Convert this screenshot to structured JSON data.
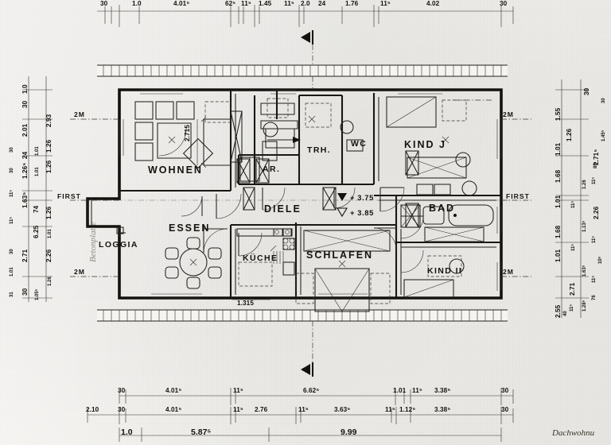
{
  "sheet": {
    "kind": "architectural-floor-plan",
    "paper_color": "#f6f5f3",
    "ink_color": "#14120e",
    "handwritten_note": "Dachwohnu",
    "handwritten_note_full_guess": "Dachwohnung"
  },
  "rooms": [
    {
      "id": "wohnen",
      "label": "WOHNEN",
      "meaning": "living room"
    },
    {
      "id": "essen",
      "label": "ESSEN",
      "meaning": "dining room"
    },
    {
      "id": "loggia",
      "label": "LOGGIA",
      "meaning": "loggia / balcony"
    },
    {
      "id": "kueche",
      "label": "KÜCHE",
      "meaning": "kitchen"
    },
    {
      "id": "diele",
      "label": "DIELE",
      "meaning": "hallway"
    },
    {
      "id": "trh",
      "label": "TRH.",
      "meaning": "stairwell"
    },
    {
      "id": "ar",
      "label": "AR.",
      "meaning": "storage"
    },
    {
      "id": "wc",
      "label": "WC",
      "meaning": "toilet"
    },
    {
      "id": "kind1",
      "label": "KIND J",
      "meaning": "child room 1"
    },
    {
      "id": "bad",
      "label": "BAD",
      "meaning": "bathroom"
    },
    {
      "id": "kind2",
      "label": "KIND II",
      "meaning": "child room 2"
    },
    {
      "id": "schlafen",
      "label": "SCHLAFEN",
      "meaning": "bedroom"
    }
  ],
  "elevations": [
    {
      "marker": "filled",
      "value": "+ 3.75"
    },
    {
      "marker": "hollow",
      "value": "+ 3.85"
    }
  ],
  "markers": {
    "ridge_left": "FIRST",
    "ridge_right": "FIRST",
    "two_m_top_left": "2M",
    "two_m_bottom_left": "2M",
    "two_m_top_right": "2M",
    "two_m_bottom_right": "2M"
  },
  "interior_dims": {
    "wohnen_depth": "2.715",
    "kueche_width": "1.315"
  },
  "dimension_chains": {
    "top": {
      "row1": [
        "30",
        "1.0",
        "4.01⁵",
        "62⁵",
        "11⁵",
        "1.45",
        "11⁵",
        "2.0",
        "24",
        "1.76",
        "11⁵",
        "4.02",
        "30"
      ]
    },
    "bottom": {
      "row1": [
        "30",
        "4.01⁵",
        "11⁵",
        "6.62⁵",
        "1.01",
        "11⁵",
        "3.38⁵",
        "30"
      ],
      "row2": [
        "2.10",
        "30",
        "4.01⁵",
        "11⁵",
        "2.76",
        "11⁵",
        "3.63⁵",
        "11⁵",
        "1.12⁵",
        "3.38⁵",
        "30"
      ],
      "row3": [
        "1.0",
        "5.87⁵",
        "9.99"
      ]
    },
    "left": {
      "row1": [
        "30",
        "2.71",
        "1.63⁵",
        "1.26⁵",
        "24",
        "2.01",
        "30",
        "1.0"
      ],
      "row2": [
        "31",
        "1.01",
        "30",
        "11⁵",
        "11⁵",
        "30",
        "30",
        "2.93"
      ],
      "row3": [
        "1.05⁵",
        "1.26",
        "2.26",
        "6.25",
        "74",
        "1.01",
        "1.26"
      ],
      "row4": [
        "1.01",
        "1.26",
        "1.01",
        "1.26"
      ]
    },
    "right": {
      "row1": [
        "2.55",
        "2.71",
        "1.01",
        "1.68",
        "1.01",
        "1.68",
        "1.01",
        "1.26",
        "1.55",
        "30"
      ],
      "row2": [
        "11⁵",
        "1.28⁵",
        "76",
        "1.63⁵",
        "11⁵",
        "1.13⁵",
        "11⁵",
        "1.26",
        "80",
        "30"
      ],
      "row3": [
        "40",
        "11⁵",
        "10⁵",
        "11⁵",
        "2.26",
        "11⁵",
        "2.71⁵",
        "1.45⁵"
      ]
    }
  },
  "section_markers": [
    {
      "id": "section-top",
      "orientation": "left-pointing"
    },
    {
      "id": "section-bottom",
      "orientation": "left-pointing"
    }
  ]
}
